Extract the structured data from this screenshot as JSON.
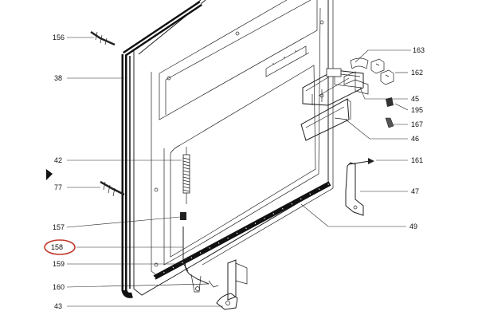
{
  "diagram": {
    "accent_color": "#c0392b",
    "highlighted_label": "158",
    "callouts": [
      {
        "id": "c156",
        "label": "156"
      },
      {
        "id": "c38",
        "label": "38"
      },
      {
        "id": "c42",
        "label": "42"
      },
      {
        "id": "c77",
        "label": "77"
      },
      {
        "id": "c157",
        "label": "157"
      },
      {
        "id": "c158",
        "label": "158"
      },
      {
        "id": "c159",
        "label": "159"
      },
      {
        "id": "c160",
        "label": "160"
      },
      {
        "id": "c43",
        "label": "43"
      },
      {
        "id": "c163",
        "label": "163"
      },
      {
        "id": "c162",
        "label": "162"
      },
      {
        "id": "c45",
        "label": "45"
      },
      {
        "id": "c195",
        "label": "195"
      },
      {
        "id": "c167",
        "label": "167"
      },
      {
        "id": "c46",
        "label": "46"
      },
      {
        "id": "c161",
        "label": "161"
      },
      {
        "id": "c47",
        "label": "47"
      },
      {
        "id": "c49",
        "label": "49"
      }
    ]
  }
}
